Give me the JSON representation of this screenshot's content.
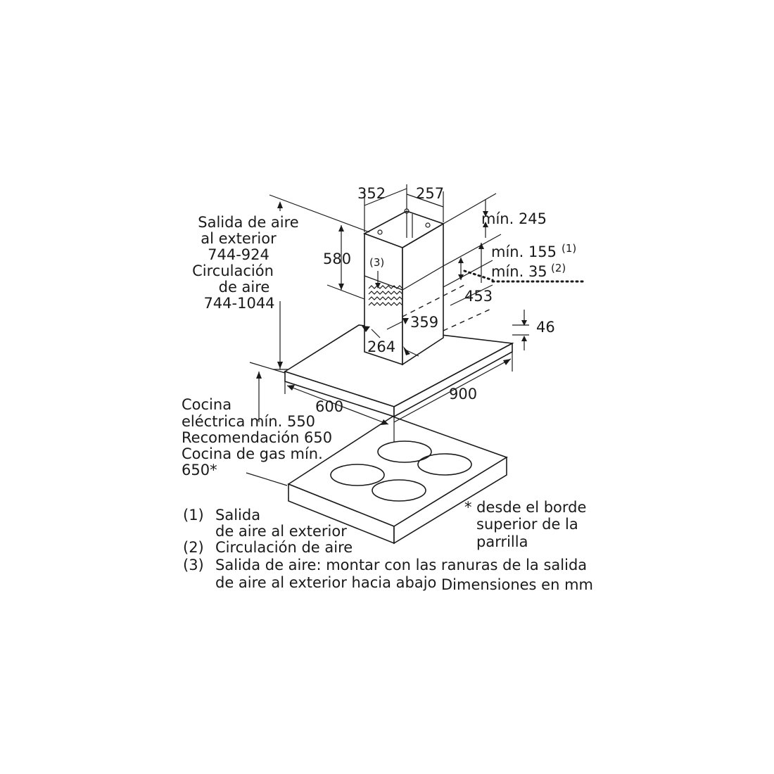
{
  "dimensions": {
    "chimney_width": "352",
    "chimney_depth": "257",
    "min_245": "mín. 245",
    "min_155": "mín. 155",
    "min_155_ref": "(1)",
    "min_35": "mín. 35",
    "min_35_ref": "(2)",
    "chimney_height": "580",
    "d_453": "453",
    "d_359": "359",
    "d_264": "264",
    "canopy_thickness": "46",
    "canopy_depth": "600",
    "canopy_width": "900",
    "grille_ref": "(3)"
  },
  "height_note": {
    "line1": "Salida de aire",
    "line2": "al exterior",
    "line3": "744-924",
    "line4": "Circulación",
    "line5": "de aire",
    "line6": "744-1044"
  },
  "cooktop_note": {
    "line1": "Cocina",
    "line2": "eléctrica mín. 550",
    "line3": "Recomendación 650",
    "line4": "Cocina de gas mín.",
    "line5": "650*"
  },
  "footnote_star": {
    "line1": "* desde el borde",
    "line2": "superior de la",
    "line3": "parrilla"
  },
  "legend": {
    "n1": "(1)",
    "t1a": "Salida",
    "t1b": "de aire al exterior",
    "n2": "(2)",
    "t2": "Circulación de aire",
    "n3": "(3)",
    "t3a": "Salida de aire: montar con las ranuras de la salida",
    "t3b": "de aire al exterior hacia abajo"
  },
  "units_note": "Dimensiones en mm"
}
